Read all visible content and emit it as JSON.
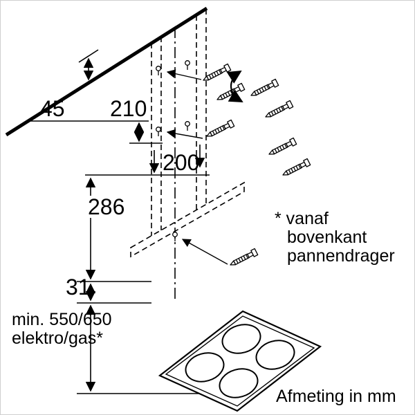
{
  "dims": {
    "d45": "45",
    "d210": "210",
    "d200": "200",
    "d286": "286",
    "d31": "31"
  },
  "clearance": {
    "line1": "min. 550/650",
    "line2": "elektro/gas*"
  },
  "note": {
    "line1": "* vanaf",
    "line2": "bovenkant",
    "line3": "pannendrager"
  },
  "footer": {
    "caption": "Afmeting in mm"
  }
}
